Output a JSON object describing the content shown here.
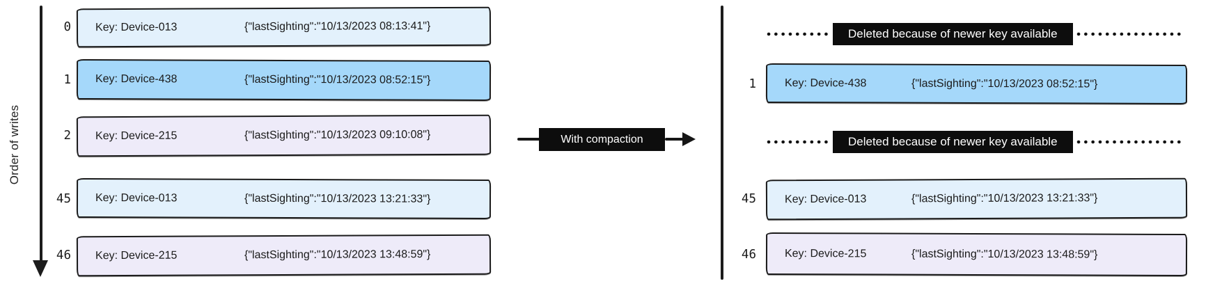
{
  "colors": {
    "light_blue": "#e3f1fc",
    "blue": "#a5d8fa",
    "lavender": "#eeebf9",
    "ink": "#1b1b1b",
    "banner_bg": "#0d0d0d",
    "banner_text": "#ffffff"
  },
  "left": {
    "axis_label": "Order of writes",
    "rows": [
      {
        "index": "0",
        "key": "Key: Device-013",
        "value": "{\"lastSighting\":\"10/13/2023 08:13:41\"}",
        "color": "light_blue"
      },
      {
        "index": "1",
        "key": "Key: Device-438",
        "value": "{\"lastSighting\":\"10/13/2023 08:52:15\"}",
        "color": "blue"
      },
      {
        "index": "2",
        "key": "Key: Device-215",
        "value": "{\"lastSighting\":\"10/13/2023 09:10:08\"}",
        "color": "lavender"
      },
      {
        "index": "45",
        "key": "Key: Device-013",
        "value": "{\"lastSighting\":\"10/13/2023 13:21:33\"}",
        "color": "light_blue"
      },
      {
        "index": "46",
        "key": "Key: Device-215",
        "value": "{\"lastSighting\":\"10/13/2023 13:48:59\"}",
        "color": "lavender"
      }
    ]
  },
  "transform": {
    "label": "With compaction"
  },
  "right": {
    "rows": [
      {
        "type": "deleted",
        "label": "Deleted because of newer key available"
      },
      {
        "type": "record",
        "index": "1",
        "key": "Key: Device-438",
        "value": "{\"lastSighting\":\"10/13/2023 08:52:15\"}",
        "color": "blue"
      },
      {
        "type": "deleted",
        "label": "Deleted because of newer key available"
      },
      {
        "type": "record",
        "index": "45",
        "key": "Key: Device-013",
        "value": "{\"lastSighting\":\"10/13/2023 13:21:33\"}",
        "color": "light_blue"
      },
      {
        "type": "record",
        "index": "46",
        "key": "Key: Device-215",
        "value": "{\"lastSighting\":\"10/13/2023 13:48:59\"}",
        "color": "lavender"
      }
    ]
  }
}
